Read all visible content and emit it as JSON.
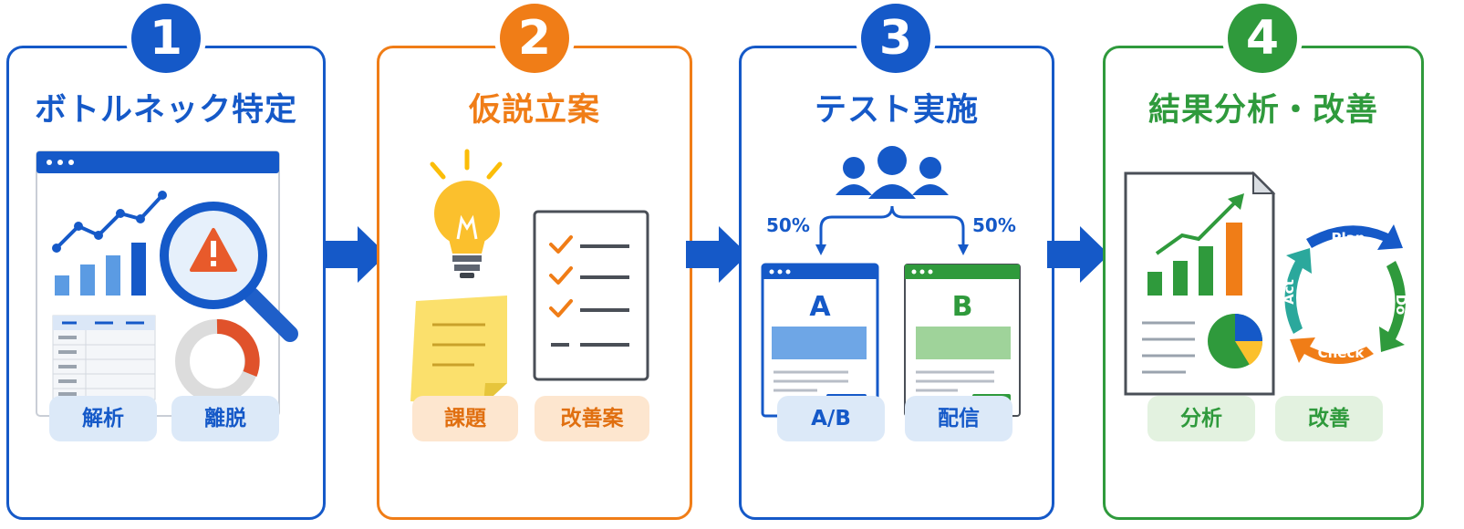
{
  "colors": {
    "blue": "#1559c8",
    "orange": "#f07d17",
    "green": "#2f9a3c",
    "yellow": "#fbc02d"
  },
  "steps": [
    {
      "number": "1",
      "title": "ボトルネック特定",
      "tags": [
        "解析",
        "離脱"
      ],
      "icon": "analytics-magnifier-icon"
    },
    {
      "number": "2",
      "title": "仮説立案",
      "tags": [
        "課題",
        "改善案"
      ],
      "icon": "lightbulb-checklist-icon"
    },
    {
      "number": "3",
      "title": "テスト実施",
      "tags": [
        "A/B",
        "配信"
      ],
      "icon": "ab-test-icon"
    },
    {
      "number": "4",
      "title": "結果分析・改善",
      "tags": [
        "分析",
        "改善"
      ],
      "icon": "report-pdca-icon"
    }
  ],
  "ab_test": {
    "split_a": "50%",
    "split_b": "50%",
    "variant_a": "A",
    "variant_b": "B"
  },
  "pdca": {
    "plan": "Plan",
    "do": "Do",
    "check": "Check",
    "act": "Act"
  }
}
